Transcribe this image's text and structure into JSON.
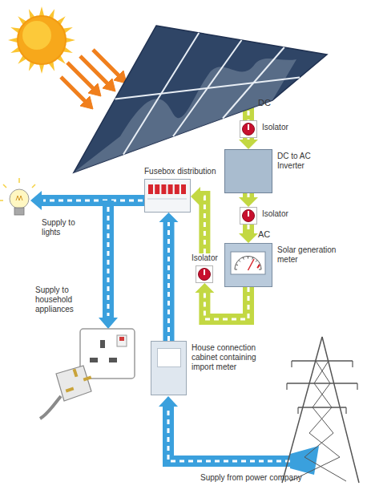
{
  "diagram": {
    "nodes": [
      {
        "text": [
          "Fusebox distribution"
        ]
      },
      {
        "text": [
          "Isolator"
        ]
      },
      {
        "text": [
          "DC to AC Inverter"
        ]
      },
      {
        "text": [
          "Isolator"
        ]
      },
      {
        "text": [
          "Solar generation meter"
        ]
      },
      {
        "text": [
          "Isolator"
        ]
      },
      {
        "text": [
          "House connection cabinet containing import meter"
        ]
      }
    ],
    "edges": [
      {
        "from": 1,
        "to": 2,
        "arrow": "to"
      },
      {
        "from": 2,
        "to": 3,
        "arrow": "to"
      },
      {
        "from": 3,
        "to": 4,
        "arrow": "to"
      },
      {
        "from": 4,
        "to": 5,
        "arrow": "to"
      },
      {
        "from": 5,
        "to": 0,
        "arrow": "to"
      },
      {
        "from": 6,
        "to": 0,
        "arrow": "to"
      }
    ],
    "labels": [
      "DC",
      "AC",
      "Supply to lights",
      "Supply to household appliances",
      "Supply from power company"
    ]
  }
}
